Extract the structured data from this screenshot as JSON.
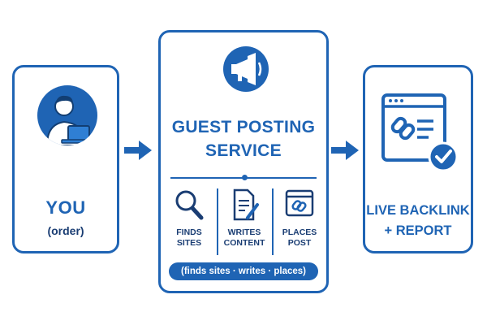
{
  "colors": {
    "primary": "#1f64b4",
    "dark_text": "#1a3d73",
    "background": "#ffffff"
  },
  "you_card": {
    "icon": "person-at-laptop-icon",
    "title": "YOU",
    "subtitle": "(order)"
  },
  "service_card": {
    "icon": "megaphone-icon",
    "title_line1": "GUEST POSTING",
    "title_line2": "SERVICE",
    "steps": [
      {
        "icon": "magnifier-icon",
        "line1": "FINDS",
        "line2": "SITES"
      },
      {
        "icon": "document-pencil-icon",
        "line1": "WRITES",
        "line2": "CONTENT"
      },
      {
        "icon": "browser-link-icon",
        "line1": "PLACES",
        "line2": "POST"
      }
    ],
    "pill": "(finds sites · writes · places)"
  },
  "result_card": {
    "icon": "browser-link-check-icon",
    "title_line1": "LIVE BACKLINK",
    "title_line2": "+ REPORT"
  },
  "arrows": [
    "arrow-right-icon",
    "arrow-right-icon"
  ]
}
